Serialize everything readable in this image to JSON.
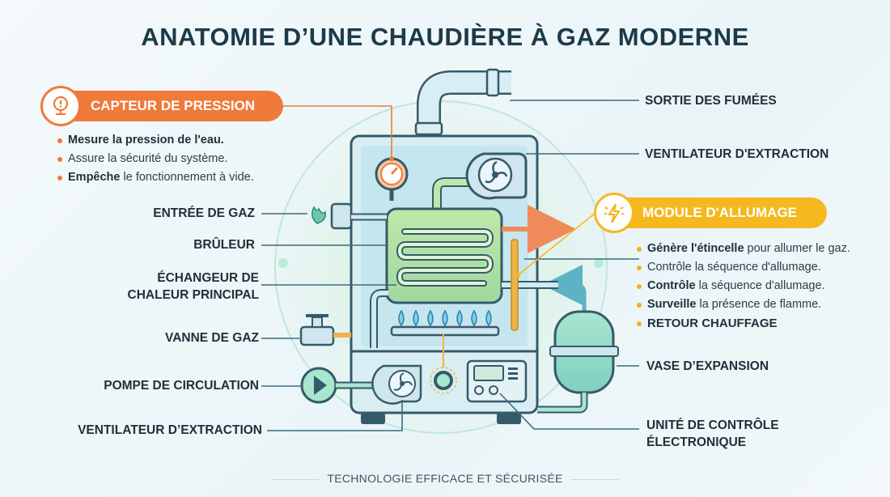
{
  "title": "ANATOMIE D’UNE CHAUDIÈRE À GAZ MODERNE",
  "pressure_sensor": {
    "title": "CAPTEUR DE PRESSION",
    "icon": "pressure-sensor-icon",
    "bullets": [
      {
        "bold": "Mesure la pression de l'eau.",
        "rest": ""
      },
      {
        "bold": "",
        "rest": "Assure la sécurité du système."
      },
      {
        "bold": "Empêche",
        "rest": " le fonctionnement à vide."
      }
    ]
  },
  "ignition_module": {
    "title": "MODULE D'ALLUMAGE",
    "icon": "spark-icon",
    "bullets": [
      {
        "bold": "Génère l'étincelle",
        "rest": " pour allumer le gaz."
      },
      {
        "bold": "",
        "rest": "Contrôle la séquence d'allumage."
      },
      {
        "bold": "Contrôle",
        "rest": " la séquence d'allumage."
      },
      {
        "bold": "Surveille",
        "rest": " la présence de flamme."
      },
      {
        "bold": "RETOUR CHAUFFAGE",
        "rest": ""
      }
    ]
  },
  "left_labels": {
    "gas_inlet": "ENTRÉE DE GAZ",
    "burner": "BRÛLEUR",
    "heat_exchanger_1": "ÉCHANGEUR DE",
    "heat_exchanger_2": "CHALEUR PRINCIPAL",
    "gas_valve": "VANNE DE GAZ",
    "circulation_pump": "POMPE DE CIRCULATION",
    "extraction_fan_bottom": "VENTILATEUR D’EXTRACTION"
  },
  "right_labels": {
    "flue_outlet": "SORTIE DES FUMÉES",
    "extraction_fan_top": "VENTILATEUR D'EXTRACTION",
    "expansion_vessel": "VASE D’EXPANSION",
    "control_unit_1": "UNITÉ DE CONTRÔLE",
    "control_unit_2": "ÉLECTRONIQUE"
  },
  "footer": "TECHNOLOGIE EFFICACE ET SÉCURISÉE",
  "colors": {
    "orange": "#ef7a3a",
    "yellow": "#f5b81e",
    "teal": "#7fc9c9",
    "navy": "#1c3a4a"
  }
}
